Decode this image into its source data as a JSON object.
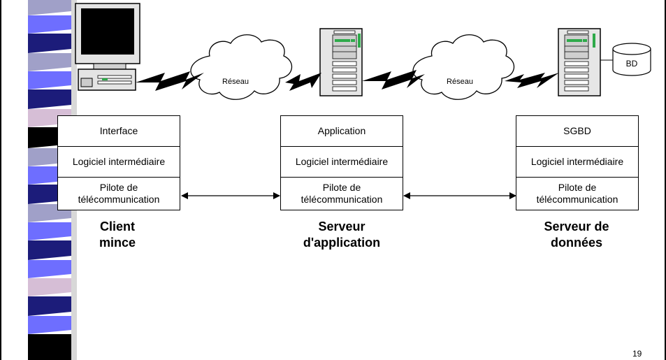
{
  "networks": [
    {
      "label": "Réseau"
    },
    {
      "label": "Réseau"
    }
  ],
  "database": {
    "label": "BD"
  },
  "tiers": [
    {
      "layers": [
        "Interface",
        "Logiciel intermédiaire",
        "Pilote de télécommunication"
      ],
      "caption_lines": [
        "Client",
        "mince"
      ],
      "icon": "computer-icon"
    },
    {
      "layers": [
        "Application",
        "Logiciel intermédiaire",
        "Pilote de télécommunication"
      ],
      "caption_lines": [
        "Serveur",
        "d'application"
      ],
      "icon": "server-icon"
    },
    {
      "layers": [
        "SGBD",
        "Logiciel intermédiaire",
        "Pilote de télécommunication"
      ],
      "caption_lines": [
        "Serveur de",
        "données"
      ],
      "icon": "server-icon"
    }
  ],
  "page_number": "19",
  "colors": {
    "bar_blue": "#6e6eff",
    "bar_navy": "#1c1c7a",
    "bar_grey": "#a0a0c8",
    "bar_pink": "#d6bed6",
    "bar_black": "#000000",
    "monitor_screen": "#000000",
    "server_body": "#e6e6e6",
    "led_green": "#2eaa4a"
  }
}
